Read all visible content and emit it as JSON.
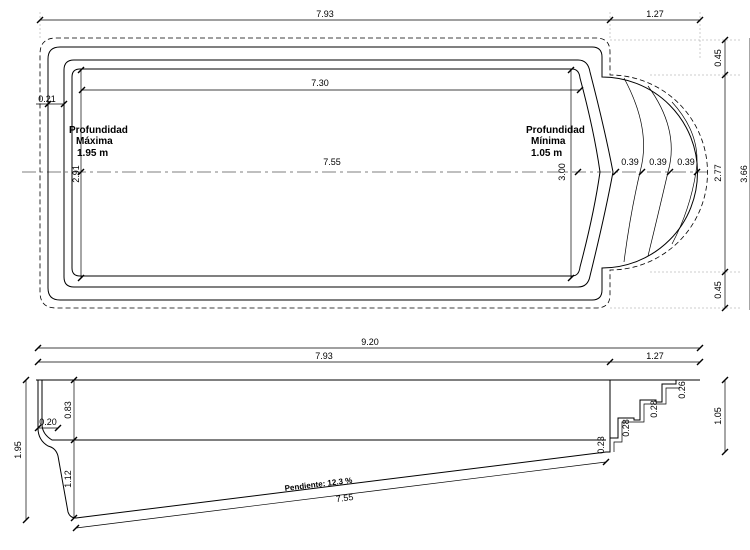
{
  "plan": {
    "dims": {
      "total_length": "7.93",
      "steps_length": "1.27",
      "inner_length": "7.30",
      "wall": "0.21",
      "floor_length": "7.55",
      "deep_width": "2.91",
      "shallow_width": "3.00",
      "step1": "0.39",
      "step2": "0.39",
      "step3": "0.39",
      "right_top": "0.45",
      "right_mid": "2.77",
      "right_bottom": "0.45",
      "overall_width": "3.66"
    },
    "deep": {
      "line1": "Profundidad",
      "line2": "Máxima",
      "line3": "1.95 m"
    },
    "shallow": {
      "line1": "Profundidad",
      "line2": "Mínima",
      "line3": "1.05 m"
    }
  },
  "section": {
    "dims": {
      "overall": "9.20",
      "body": "7.93",
      "steps": "1.27",
      "depth_max": "1.95",
      "top_wall": "0.83",
      "lip": "0.20",
      "lower_wall": "1.12",
      "floor": "7.55",
      "shallow_step": "0.23",
      "riser1": "0.28",
      "riser2": "0.28",
      "riser3": "0.26",
      "depth_min": "1.05"
    },
    "slope_label": "Pendiente: 12.3 %"
  }
}
